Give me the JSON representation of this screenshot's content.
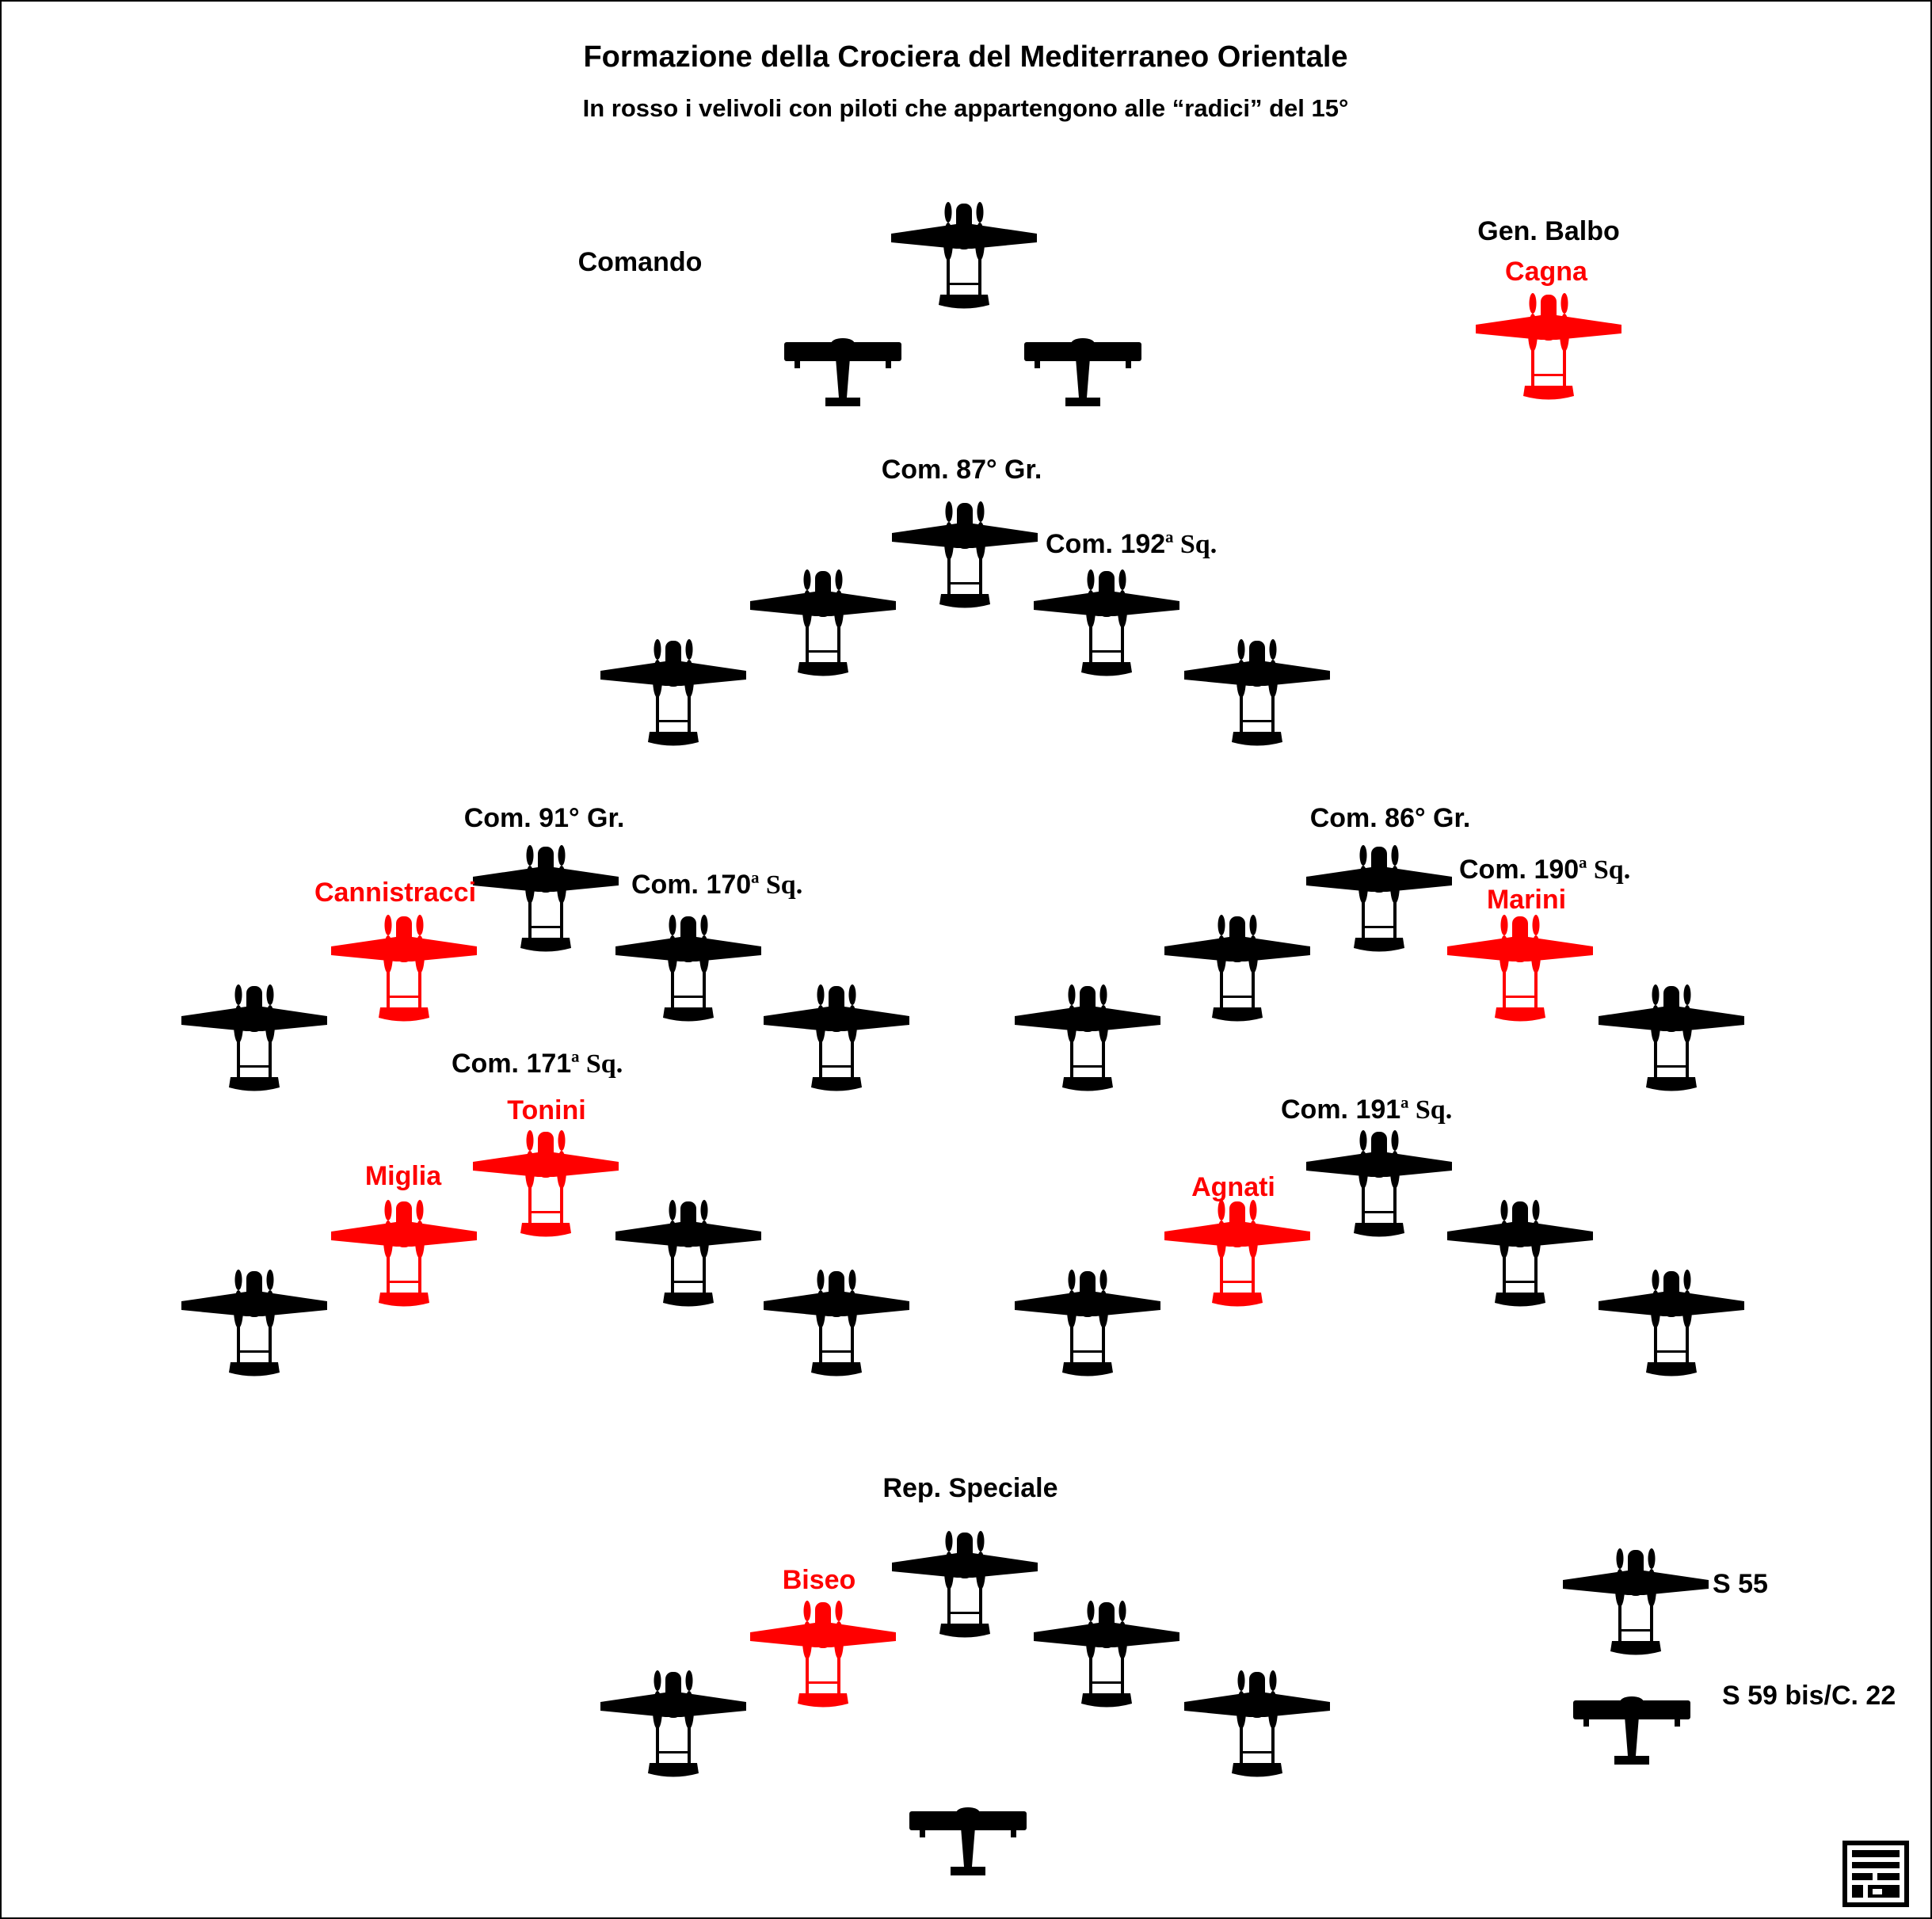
{
  "title": "Formazione della Crociera del Mediterraneo Orientale",
  "subtitle": "In rosso i velivoli con piloti che appartengono alle “radici” del 15°",
  "colors": {
    "highlight": "#ff0000",
    "normal": "#000000",
    "background": "#ffffff"
  },
  "icons": {
    "s55": "s55-seaplane-icon",
    "s59": "s59-seaplane-icon",
    "logo": "logo-icon"
  },
  "labels": {
    "comando": "Comando",
    "gen_balbo": "Gen. Balbo",
    "cagna": "Cagna",
    "com87": "Com. 87° Gr.",
    "com192_a": "Com. 192",
    "com192_b": "ª Sq.",
    "com91": "Com. 91° Gr.",
    "com170_a": "Com. 170",
    "com170_b": "ª Sq.",
    "cannistracci": "Cannistracci",
    "com86": "Com. 86° Gr.",
    "com190_a": "Com. 190",
    "com190_b": "ª Sq.",
    "marini": "Marini",
    "com171_a": "Com. 171",
    "com171_b": "ª Sq.",
    "tonini": "Tonini",
    "miglia": "Miglia",
    "com191_a": "Com. 191",
    "com191_b": "ª Sq.",
    "agnati": "Agnati",
    "rep_speciale": "Rep. Speciale",
    "biseo": "Biseo"
  },
  "legend": {
    "s55": "S 55",
    "s59": "S 59 bis/C. 22"
  }
}
